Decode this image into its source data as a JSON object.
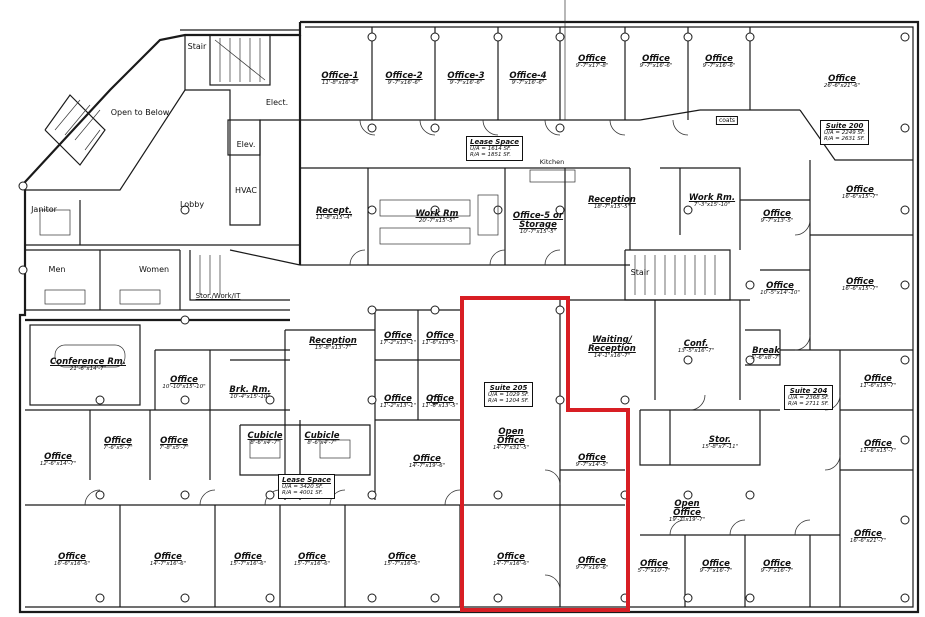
{
  "rooms": [
    {
      "name": "Office-1",
      "dims": "11'-8\"x16'-6\""
    },
    {
      "name": "Office-2",
      "dims": "9'-7\"x16'-6\""
    },
    {
      "name": "Office-3",
      "dims": "9'-7\"x16'-6\""
    },
    {
      "name": "Office-4",
      "dims": "9'-7\"x16'-6\""
    },
    {
      "name": "Office",
      "dims": "9'-7\"x17'-8\""
    },
    {
      "name": "Office",
      "dims": "9'-7\"x16'-6\""
    },
    {
      "name": "Office",
      "dims": "9'-7\"x16'-6\""
    },
    {
      "name": "Office",
      "dims": "26'-6\"x21'-6\""
    },
    {
      "name": "Recept.",
      "dims": "11'-8\"x15'-4\""
    },
    {
      "name": "Work Rm",
      "dims": "20'-7\"x15'-5\""
    },
    {
      "name": "Office-5 or Storage",
      "dims": "10'-7\"x15'-5\""
    },
    {
      "name": "Reception",
      "dims": "18'-7\"x15'-5\""
    },
    {
      "name": "Work Rm.",
      "dims": "7'-3\"x15'-10\""
    },
    {
      "name": "Office",
      "dims": "9'-7\"x13'-5\""
    },
    {
      "name": "Office",
      "dims": "16'-6\"x15'-7\""
    },
    {
      "name": "Office",
      "dims": "10'-5\"x14'-10\""
    },
    {
      "name": "Office",
      "dims": "16'-6\"x15'-7\""
    },
    {
      "name": "Conference Rm.",
      "dims": "21'-6\"x14'-7\""
    },
    {
      "name": "Reception",
      "dims": "15'-8\"x13'-7\""
    },
    {
      "name": "Office",
      "dims": "17'-2\"x13'-1\""
    },
    {
      "name": "Office",
      "dims": "11'-6\"x13'-5\""
    },
    {
      "name": "Office",
      "dims": "10'-10\"x15'-10\""
    },
    {
      "name": "Brk. Rm.",
      "dims": "10'-4\"x15'-10\""
    },
    {
      "name": "Office",
      "dims": "11'-2\"x13'-1\""
    },
    {
      "name": "Office",
      "dims": "11'-6\"x13'-5\""
    },
    {
      "name": "Waiting/ Reception",
      "dims": "14'-1\"x16'-7\""
    },
    {
      "name": "Conf.",
      "dims": "13'-5\"x16'-7\""
    },
    {
      "name": "Break",
      "dims": "5'-6\"x8'-7\""
    },
    {
      "name": "Office",
      "dims": "11'-6\"x15'-7\""
    },
    {
      "name": "Office",
      "dims": "11'-6\"x15'-7\""
    },
    {
      "name": "Office",
      "dims": "12'-6\"x14'-7\""
    },
    {
      "name": "Office",
      "dims": "7'-6\"x5'-7\""
    },
    {
      "name": "Office",
      "dims": "7'-8\"x5'-7\""
    },
    {
      "name": "Cubicle",
      "dims": "8'-6\"x4'-7\""
    },
    {
      "name": "Cubicle",
      "dims": "8'-6\"x4'-7\""
    },
    {
      "name": "Office",
      "dims": "14'-7\"x19'-6\""
    },
    {
      "name": "Open Office",
      "dims": "14'-7\"x31'-5\""
    },
    {
      "name": "Office",
      "dims": "9'-7\"x14'-5\""
    },
    {
      "name": "Stor.",
      "dims": "15'-8\"x7'-11\""
    },
    {
      "name": "Open Office",
      "dims": "19'-7\"x19'-7\""
    },
    {
      "name": "Office",
      "dims": "16'-6\"x21'-7\""
    },
    {
      "name": "Office",
      "dims": "16'-6\"x16'-6\""
    },
    {
      "name": "Office",
      "dims": "14'-7\"x16'-6\""
    },
    {
      "name": "Office",
      "dims": "15'-7\"x16'-6\""
    },
    {
      "name": "Office",
      "dims": "15'-7\"x16'-6\""
    },
    {
      "name": "Office",
      "dims": "15'-7\"x16'-6\""
    },
    {
      "name": "Office",
      "dims": "14'-7\"x16'-6\""
    },
    {
      "name": "Office",
      "dims": "9'-7\"x16'-6\""
    },
    {
      "name": "Office",
      "dims": "5'-7\"x10'-7\""
    },
    {
      "name": "Office",
      "dims": "9'-7\"x16'-7\""
    },
    {
      "name": "Office",
      "dims": "9'-7\"x16'-7\""
    }
  ],
  "labels": {
    "stair_top": "Stair",
    "elect": "Elect.",
    "elev": "Elev.",
    "hvac": "HVAC",
    "open_to_below": "Open to Below",
    "lobby": "Lobby",
    "janitor": "Janitor",
    "men": "Men",
    "women": "Women",
    "stor_work_it": "Stor./Work/IT",
    "stair_mid": "Stair",
    "kitchen": "Kitchen",
    "coats": "coats"
  },
  "lease_boxes": [
    {
      "title": "Lease Space",
      "line1": "U/A = 1614 SF.",
      "line2": "R/A = 1851 SF."
    },
    {
      "title": "Suite 200",
      "line1": "U/A = 2249 SF.",
      "line2": "R/A = 2631 SF."
    },
    {
      "title": "Suite 205",
      "line1": "U/A = 1029 SF.",
      "line2": "R/A = 1204 SF."
    },
    {
      "title": "Suite 204",
      "line1": "U/A = 2368 SF.",
      "line2": "R/A = 2711 SF."
    },
    {
      "title": "Lease Space",
      "line1": "U/A = 3420 SF.",
      "line2": "R/A = 4001 SF."
    }
  ],
  "colors": {
    "wall": "#1a1a1a",
    "highlight": "#d81e24",
    "background": "#ffffff"
  }
}
